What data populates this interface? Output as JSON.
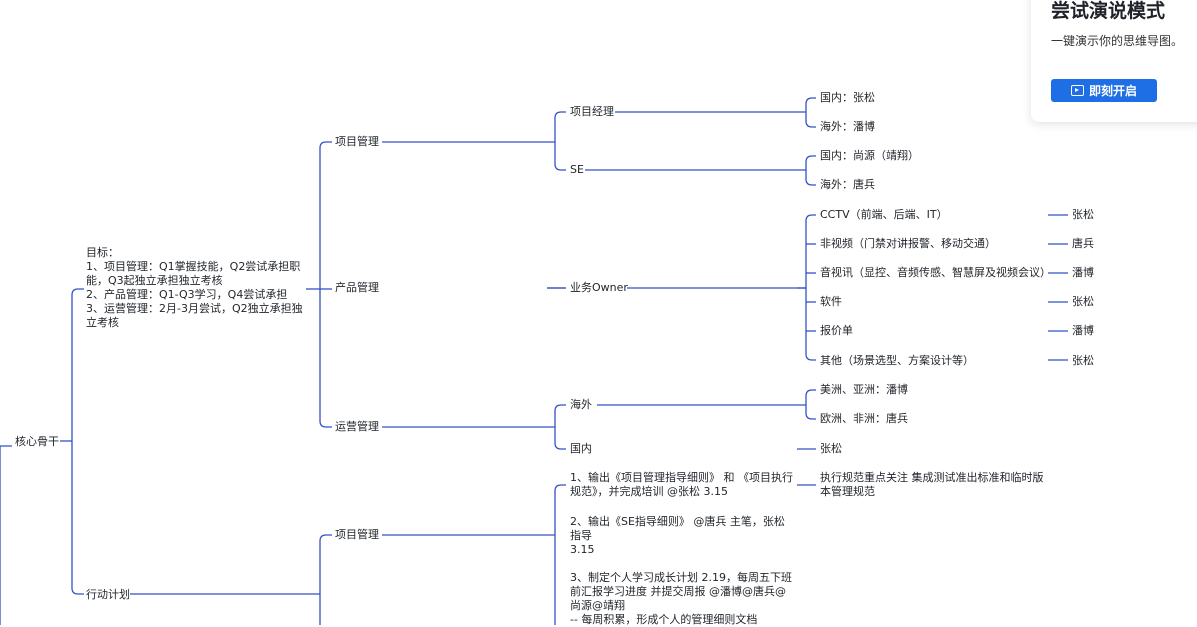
{
  "mindmap": {
    "root": "核心骨干",
    "goal_text": "目标：\n1、项目管理：Q1掌握技能，Q2尝试承担职能，Q3起独立承担独立考核\n2、产品管理：Q1-Q3学习，Q4尝试承担\n3、运营管理：2月-3月尝试，Q2独立承担独立考核",
    "action_plan": "行动计划",
    "level2": [
      "项目管理",
      "产品管理",
      "运营管理",
      "项目管理"
    ],
    "level3": [
      "项目经理",
      "SE",
      "业务Owner",
      "海外",
      "国内"
    ],
    "project_manager_children": [
      "国内：张松",
      "海外：潘博"
    ],
    "se_children": [
      "国内：尚源（靖翔）",
      "海外：唐兵"
    ],
    "business_owner_children": [
      {
        "label": "CCTV（前端、后端、IT）",
        "owner": "张松"
      },
      {
        "label": "非视频（门禁对讲报警、移动交通）",
        "owner": "唐兵"
      },
      {
        "label": "音视讯（显控、音频传感、智慧屏及视频会议）",
        "owner": "潘博"
      },
      {
        "label": "软件",
        "owner": "张松"
      },
      {
        "label": "报价单",
        "owner": "潘博"
      },
      {
        "label": "其他（场景选型、方案设计等）",
        "owner": "张松"
      }
    ],
    "overseas_children": [
      "美洲、亚洲：潘博",
      "欧洲、非洲：唐兵"
    ],
    "domestic_child": "张松",
    "plan_items": [
      "1、输出《项目管理指导细则》 和 《项目执行规范》，并完成培训 @张松    3.15",
      "2、输出《SE指导细则》 @唐兵 主笔，张松 指导\n3.15",
      "3、制定个人学习成长计划  2.19，每周五下班前汇报学习进度 并提交周报  @潘博@唐兵@尚源@靖翔\n-- 每周积累，形成个人的管理细则文档"
    ],
    "plan_note": "执行规范重点关注 集成测试准出标准和临时版本管理规范"
  },
  "promo": {
    "title": "尝试演说模式",
    "subtitle": "一键演示你的思维导图。",
    "button_label": "即刻开启"
  },
  "colors": {
    "edge": "#3352c8",
    "button": "#1e6fe6"
  }
}
